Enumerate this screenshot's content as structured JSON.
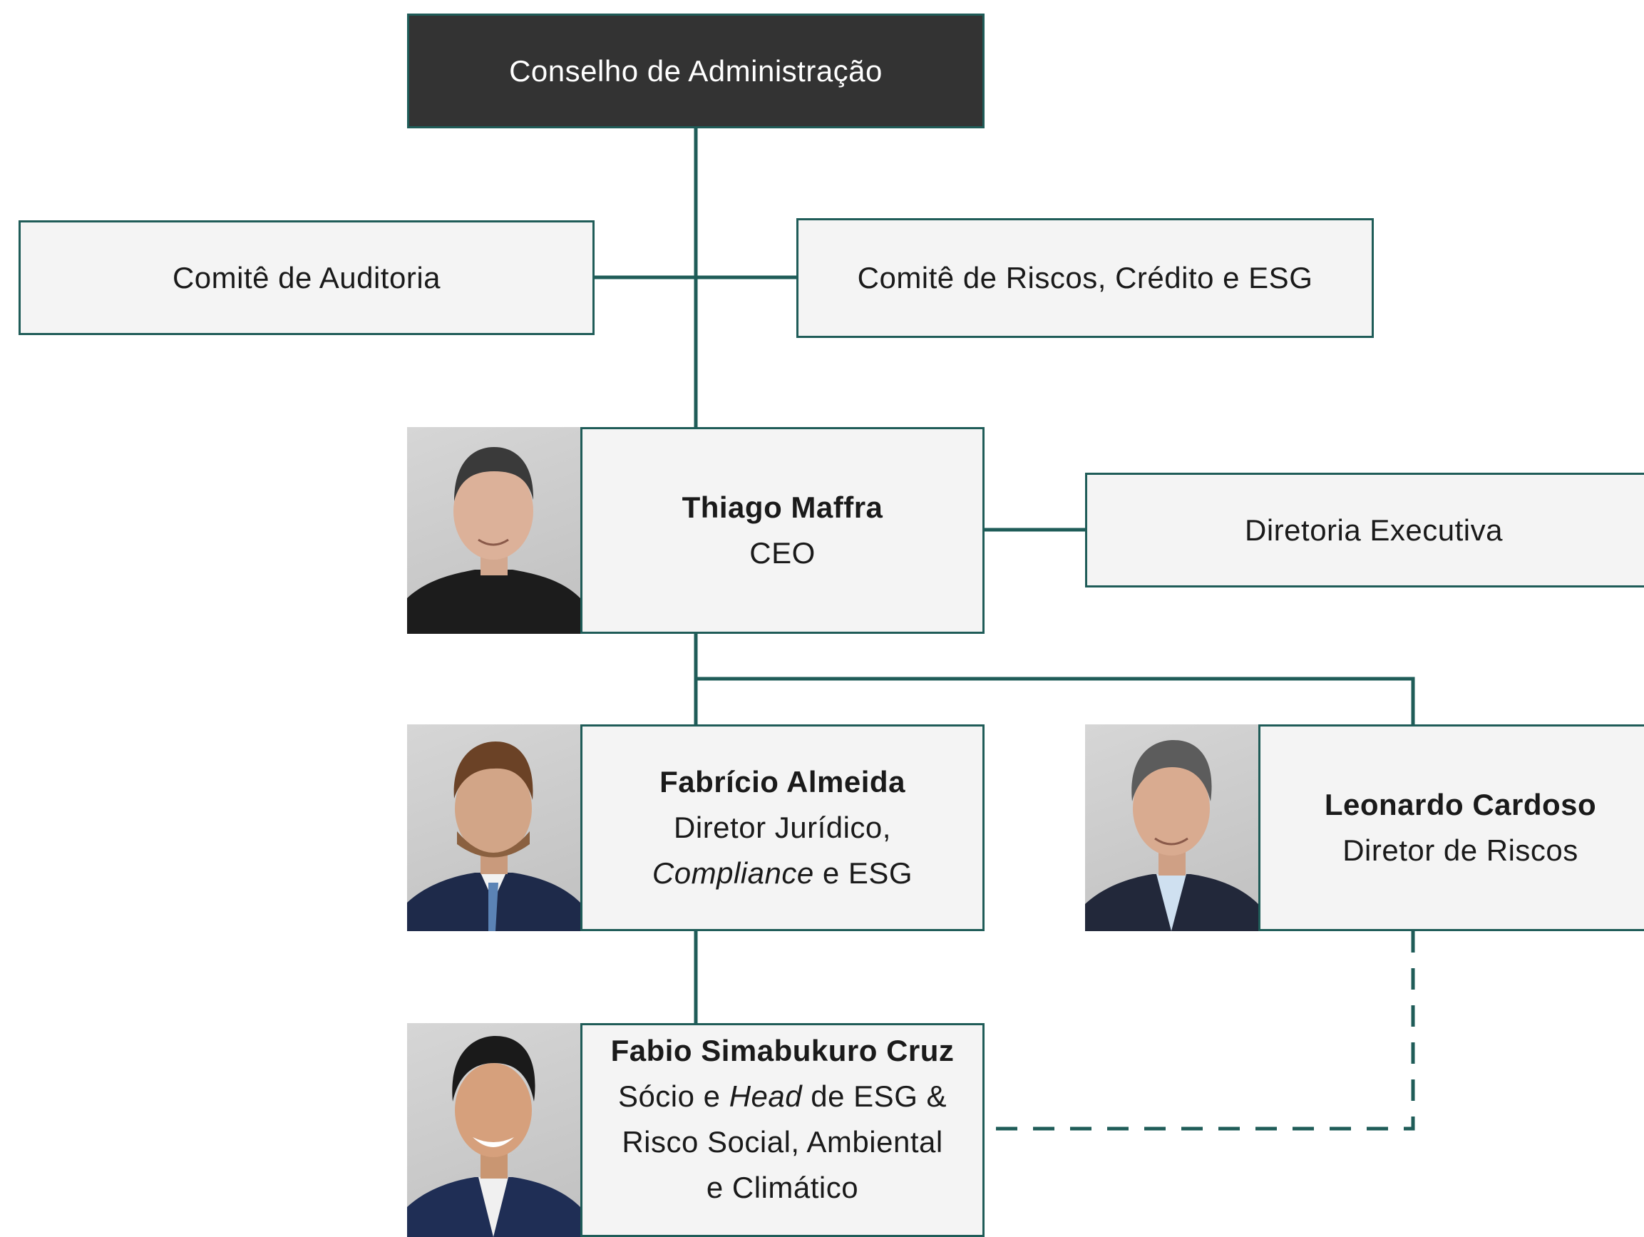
{
  "board": {
    "label": "Conselho de Administração"
  },
  "committees": [
    {
      "label": "Comitê de Auditoria"
    },
    {
      "label": "Comitê de Riscos, Crédito e ESG"
    }
  ],
  "ceo": {
    "name": "Thiago Maffra",
    "title": "CEO"
  },
  "executive_board": {
    "label": "Diretoria Executiva"
  },
  "directors": [
    {
      "name": "Fabrício Almeida",
      "title_line1": "Diretor Jurídico,",
      "title_line2_italic": "Compliance",
      "title_line2_rest": " e ESG"
    },
    {
      "name": "Leonardo Cardoso",
      "title": "Diretor de Riscos"
    }
  ],
  "head_esg": {
    "name": "Fabio Simabukuro Cruz",
    "line1_pre": "Sócio e ",
    "line1_italic": "Head",
    "line1_post": " de ESG &",
    "line2": "Risco Social, Ambiental",
    "line3": "e Climático"
  },
  "colors": {
    "connector": "#1f5c58",
    "box_fill": "#f4f4f4",
    "board_fill": "#333333"
  }
}
